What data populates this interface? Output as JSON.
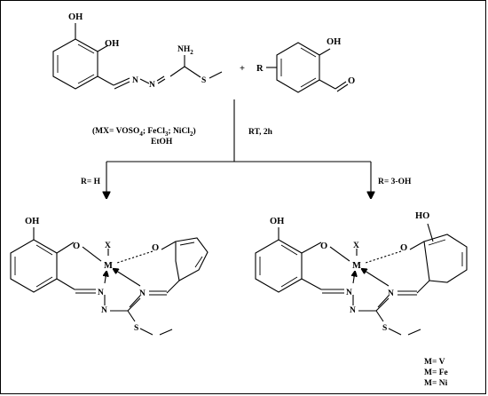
{
  "reactant1": {
    "oh_top": "OH",
    "oh_second": "OH",
    "nh2": "NH",
    "nh2_sub": "2",
    "s_atom": "S"
  },
  "plus_sign": "+",
  "reactant2": {
    "r_group": "R",
    "oh": "OH",
    "o_carbonyl": "O"
  },
  "conditions": {
    "left_prefix": "(MX= VOSO",
    "left_sub1": "4",
    "left_mid": "; FeCl",
    "left_sub2": "3",
    "left_mid2": "; NiCl",
    "left_sub3": "2",
    "left_suffix": ")",
    "solvent": "EtOH",
    "right": "RT, 2h"
  },
  "branches": {
    "left_label": "R= H",
    "right_label": "R= 3-OH"
  },
  "product_left": {
    "oh": "OH",
    "o1": "O",
    "o2": "O",
    "x": "X",
    "m": "M",
    "n1": "N",
    "n2": "N",
    "n3": "N",
    "s": "S"
  },
  "product_right": {
    "oh1": "OH",
    "oh2": "HO",
    "o1": "O",
    "o2": "O",
    "x": "X",
    "m": "M",
    "n1": "N",
    "n2": "N",
    "n3": "N",
    "s": "S"
  },
  "metal_legend": [
    "M= V",
    "M= Fe",
    "M= Ni"
  ]
}
